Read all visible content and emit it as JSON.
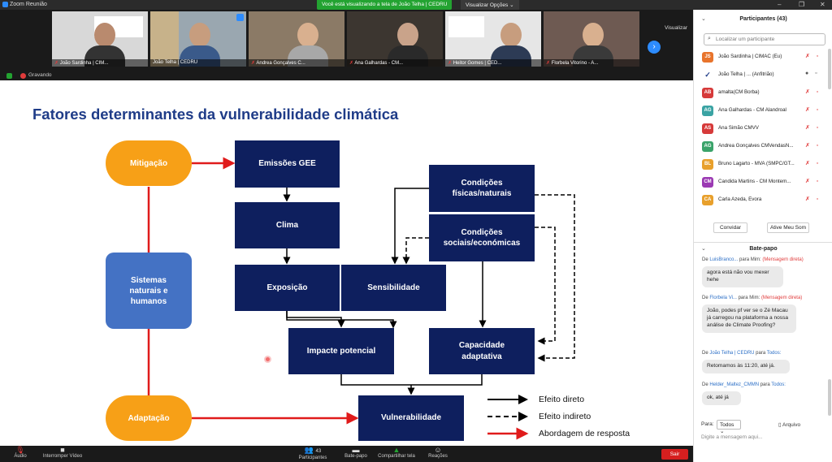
{
  "window": {
    "title": "Zoom Reunião",
    "minimize": "–",
    "maximize": "❐",
    "close": "✕"
  },
  "banner": {
    "viewing": "Você está visualizando a tela de João Telha | CEDRU",
    "options": "Visualizar Opções"
  },
  "view_label": "Visualizar",
  "recording": "Gravando",
  "video_tiles": [
    {
      "name": "João Sardinha | CIM..."
    },
    {
      "name": "João Telha | CEDRU"
    },
    {
      "name": "Andrea Gonçalves C..."
    },
    {
      "name": "Ana Galhardas - CM..."
    },
    {
      "name": "Heitor Gomes | CED..."
    },
    {
      "name": "Florbela Vitorino - A..."
    }
  ],
  "slide": {
    "title": "Fatores determinantes da vulnerabilidade climática",
    "boxes": {
      "mitigacao": "Mitigação",
      "sistemas": "Sistemas naturais e humanos",
      "adaptacao": "Adaptação",
      "emissoes": "Emissões GEE",
      "clima": "Clima",
      "exposicao": "Exposição",
      "sensibilidade": "Sensibilidade",
      "impacte": "Impacte potencial",
      "condicoes_fisicas": "Condições físicas/naturais",
      "condicoes_sociais": "Condições sociais/económicas",
      "capacidade": "Capacidade adaptativa",
      "vulnerabilidade": "Vulnerabilidade"
    },
    "legend": {
      "direct": "Efeito direto",
      "indirect": "Efeito indireto",
      "response": "Abordagem de resposta"
    },
    "colors": {
      "orange": "#f7a017",
      "navy": "#0e1f5e",
      "blue": "#4472c4",
      "red": "#e01b1b"
    }
  },
  "toolbar": {
    "audio": "Áudio",
    "video": "Interromper Vídeo",
    "participants": "Participantes",
    "participants_count": "43",
    "chat": "Bate-papo",
    "share": "Compartilhar tela",
    "reactions": "Reações",
    "leave": "Sair"
  },
  "participants_panel": {
    "title": "Participantes (43)",
    "search_placeholder": "Localizar um participante",
    "list": [
      {
        "initials": "JS",
        "name": "João Sardinha | CIMAC (Eu)",
        "color": "#e8742c"
      },
      {
        "initials": "",
        "name": "João Telha | ... (Anfitrião)",
        "color": "#1f3c88"
      },
      {
        "initials": "AB",
        "name": "amalta(CM Borba)",
        "color": "#d63a3a"
      },
      {
        "initials": "AG",
        "name": "Ana Galhardas - CM Alandroal",
        "color": "#3aa3a3"
      },
      {
        "initials": "AS",
        "name": "Ana Simão CMVV",
        "color": "#d63a3a"
      },
      {
        "initials": "AG",
        "name": "Andrea Gonçalves CMVendasN...",
        "color": "#3aa36a"
      },
      {
        "initials": "BL",
        "name": "Bruno Lagarto - MVA (SMPC/GT...",
        "color": "#e8a02c"
      },
      {
        "initials": "CM",
        "name": "Candida Martins - CM Montem...",
        "color": "#9b3ab3"
      },
      {
        "initials": "CA",
        "name": "Carla Azeda, Évora",
        "color": "#e8a02c"
      }
    ],
    "mute_all": "Convidar",
    "unmute": "Ative Meu Som"
  },
  "chat_panel": {
    "title": "Bate-papo",
    "messages": [
      {
        "from": "LuisBranco...",
        "to": "Mim:",
        "tag": "(Mensagem direta)",
        "text": "agora está não vou mexer hehe"
      },
      {
        "from": "Florbela Vi...",
        "to": "Mim:",
        "tag": "(Mensagem direta)",
        "text": "João, podes pf ver se o Zé Macau já carregou na plataforma a nossa análise de Climate Proofing?"
      },
      {
        "from": "João Telha | CEDRU",
        "to": "Todos:",
        "tag": "",
        "text": "Retomamos às 11:20, até já."
      },
      {
        "from": "Helder_Maltez_CMMN",
        "to": "Todos:",
        "tag": "",
        "text": "ok, até já"
      }
    ],
    "para_label": "Para:",
    "to_value": "Todos",
    "file_label": "Arquivo",
    "input_placeholder": "Digite a mensagem aqui..."
  }
}
